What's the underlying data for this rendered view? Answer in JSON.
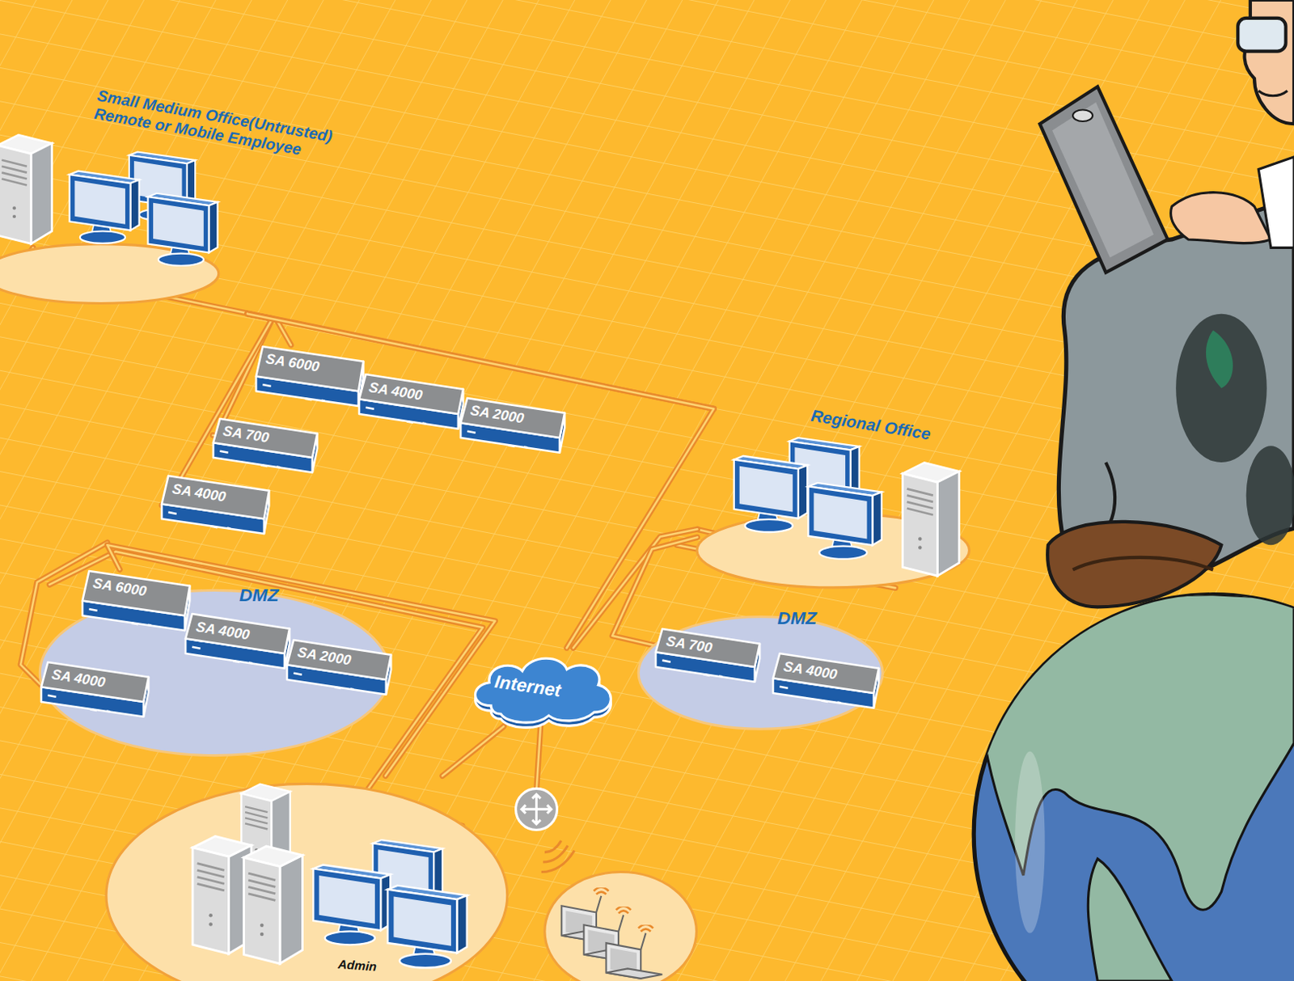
{
  "diagram": {
    "nodes": [
      {
        "text": [
          "Small Medium Office(Untrusted) Remote or Mobile Employee"
        ]
      },
      {
        "text": [
          "SA 6000"
        ]
      },
      {
        "text": [
          "SA 4000"
        ]
      },
      {
        "text": [
          "SA 2000"
        ]
      },
      {
        "text": [
          "SA 700"
        ]
      },
      {
        "text": [
          "SA 4000"
        ]
      },
      {
        "text": [
          "Regional Office"
        ]
      },
      {
        "text": [
          "DMZ"
        ]
      },
      {
        "text": [
          "SA 6000"
        ],
        "in": 7
      },
      {
        "text": [
          "SA 4000"
        ],
        "in": 7
      },
      {
        "text": [
          "SA 2000"
        ],
        "in": 7
      },
      {
        "text": [
          "SA 4000"
        ],
        "in": 7
      },
      {
        "text": [
          "Internet"
        ]
      },
      {
        "text": [
          "DMZ"
        ]
      },
      {
        "text": [
          "SA 700"
        ],
        "in": 13
      },
      {
        "text": [
          "SA 4000"
        ],
        "in": 13
      },
      {
        "text": [
          "Admin"
        ]
      }
    ],
    "edges": [
      {
        "from": 0,
        "to": 1,
        "arrow": "none"
      },
      {
        "from": 0,
        "to": 4,
        "arrow": "none"
      },
      {
        "from": 0,
        "to": 5,
        "arrow": "none"
      },
      {
        "from": 0,
        "to": 12,
        "arrow": "none"
      },
      {
        "from": 1,
        "to": 2,
        "arrow": "none"
      },
      {
        "from": 2,
        "to": 3,
        "arrow": "none"
      },
      {
        "from": 6,
        "to": 12,
        "arrow": "none"
      },
      {
        "from": 6,
        "to": 14,
        "arrow": "none"
      },
      {
        "from": 14,
        "to": 15,
        "arrow": "none"
      },
      {
        "from": 8,
        "to": 9,
        "arrow": "none"
      },
      {
        "from": 9,
        "to": 10,
        "arrow": "none"
      },
      {
        "from": 8,
        "to": 16,
        "arrow": "none"
      },
      {
        "from": 12,
        "to": 16,
        "arrow": "none"
      }
    ]
  }
}
